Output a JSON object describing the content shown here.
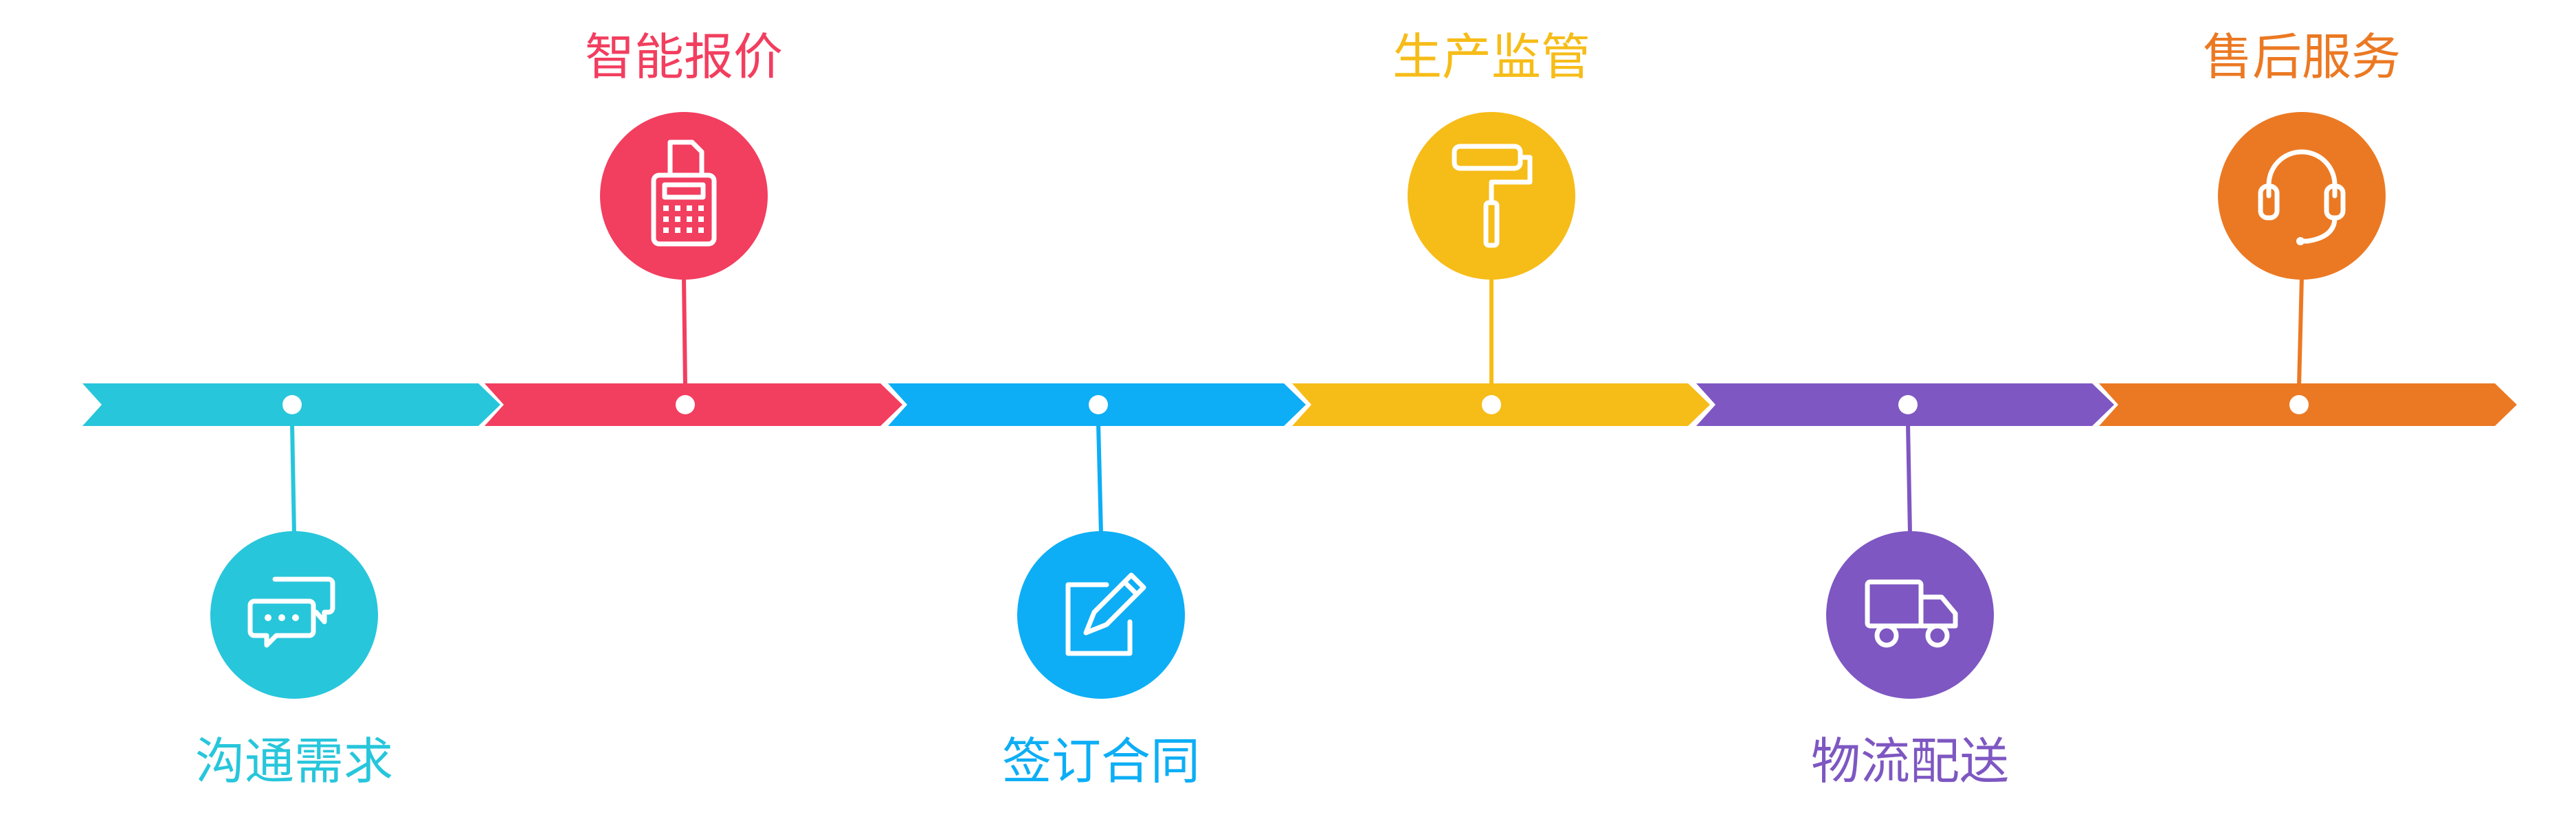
{
  "steps": [
    {
      "label": "沟通需求",
      "color": "#27C6DB",
      "icon": "chat-bubbles-icon",
      "side": "bottom"
    },
    {
      "label": "智能报价",
      "color": "#F23E5F",
      "icon": "calculator-icon",
      "side": "top"
    },
    {
      "label": "签订合同",
      "color": "#0DAEF5",
      "icon": "sign-contract-icon",
      "side": "bottom"
    },
    {
      "label": "生产监管",
      "color": "#F6BC18",
      "icon": "paint-roller-icon",
      "side": "top"
    },
    {
      "label": "物流配送",
      "color": "#7E57C2",
      "icon": "delivery-truck-icon",
      "side": "bottom"
    },
    {
      "label": "售后服务",
      "color": "#EB7923",
      "icon": "headset-icon",
      "side": "top"
    }
  ]
}
